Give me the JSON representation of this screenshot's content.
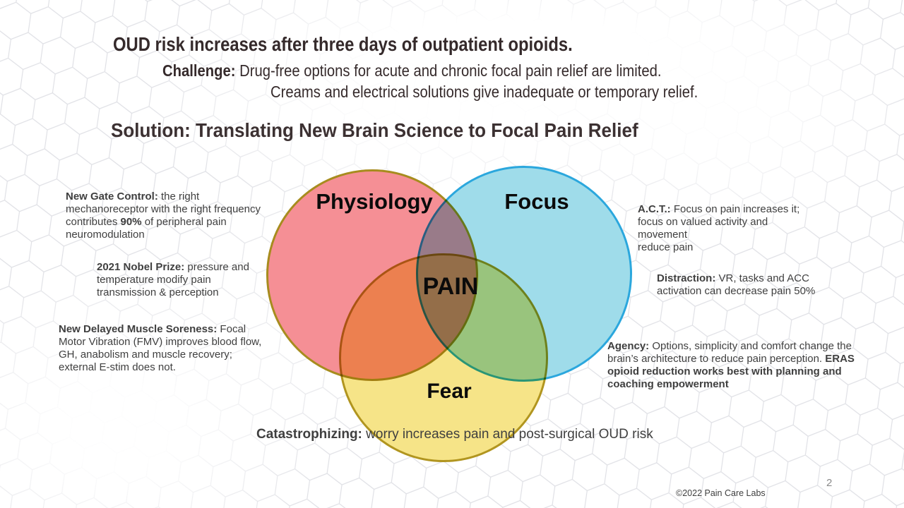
{
  "slide": {
    "page_number": "2",
    "footer": "©2022 Pain Care Labs",
    "background_color": "#FFFFFF",
    "mesh_line_color": "#D9DAE0"
  },
  "header": {
    "title": "OUD risk increases after three days of outpatient opioids.",
    "challenge_lead": "Challenge:",
    "challenge_text": " Drug-free options for acute and chronic focal pain relief are limited.",
    "challenge_line2": "Creams and electrical solutions give inadequate or temporary relief.",
    "solution": "Solution: Translating New Brain Science to Focal Pain Relief"
  },
  "venn": {
    "center_label": "PAIN",
    "circles": [
      {
        "label": "Physiology",
        "fill": "#F58F95",
        "border": "#A78C1E"
      },
      {
        "label": "Focus",
        "fill": "#9FDCEA",
        "border": "#2BA7DD"
      },
      {
        "label": "Fear",
        "fill": "#F6E488",
        "border": "#B1951F"
      }
    ]
  },
  "notes": {
    "gate": {
      "lead": "New Gate Control:",
      "t1": " the right mechanoreceptor with the right frequency contributes ",
      "b1": "90%",
      "t2": " of peripheral pain neuromodulation"
    },
    "nobel": {
      "lead": "2021 Nobel Prize:",
      "t1": " pressure and temperature modify pain transmission & perception"
    },
    "soreness": {
      "lead": "New Delayed Muscle Soreness:",
      "t1": " Focal Motor Vibration (FMV) improves blood flow, GH, anabolism and muscle recovery; external E-stim does not."
    },
    "act": {
      "lead": "A.C.T.:",
      "t1": " Focus on pain increases it; focus on valued activity and\nmovement\nreduce pain"
    },
    "distraction": {
      "lead": "Distraction:",
      "t1": " VR, tasks and ACC activation can decrease pain 50%"
    },
    "agency": {
      "lead": "Agency:",
      "t1": " Options, simplicity and comfort change the brain’s architecture to reduce pain perception. ",
      "b1": "ERAS opioid reduction works best with planning and coaching empowerment"
    },
    "catastrophizing": {
      "lead": "Catastrophizing:",
      "t1": " worry increases pain and post-surgical OUD risk"
    }
  }
}
